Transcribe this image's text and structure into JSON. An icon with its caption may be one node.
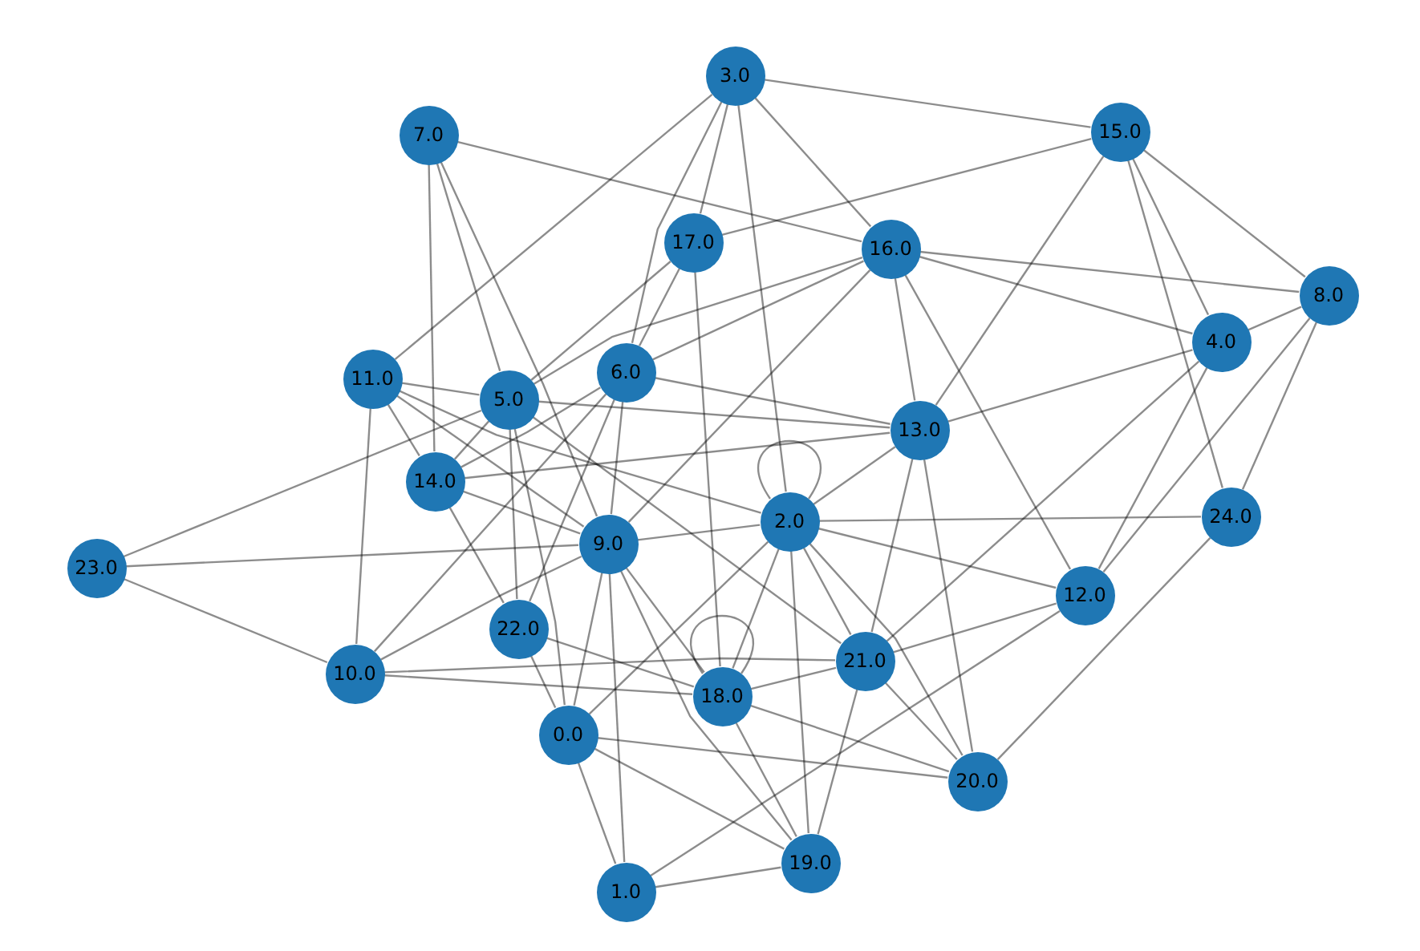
{
  "diagram": {
    "nodes": [
      {
        "text": [
          "3.0"
        ]
      },
      {
        "text": [
          "15.0"
        ]
      },
      {
        "text": [
          "7.0"
        ]
      },
      {
        "text": [
          "17.0"
        ]
      },
      {
        "text": [
          "16.0"
        ]
      },
      {
        "text": [
          "8.0"
        ]
      },
      {
        "text": [
          "4.0"
        ]
      },
      {
        "text": [
          "6.0"
        ]
      },
      {
        "text": [
          "11.0"
        ]
      },
      {
        "text": [
          "5.0"
        ]
      },
      {
        "text": [
          "13.0"
        ]
      },
      {
        "text": [
          "14.0"
        ]
      },
      {
        "text": [
          "24.0"
        ]
      },
      {
        "text": [
          "2.0"
        ]
      },
      {
        "text": [
          "9.0"
        ]
      },
      {
        "text": [
          "23.0"
        ]
      },
      {
        "text": [
          "12.0"
        ]
      },
      {
        "text": [
          "22.0"
        ]
      },
      {
        "text": [
          "21.0"
        ]
      },
      {
        "text": [
          "10.0"
        ]
      },
      {
        "text": [
          "18.0"
        ]
      },
      {
        "text": [
          "0.0"
        ]
      },
      {
        "text": [
          "20.0"
        ]
      },
      {
        "text": [
          "19.0"
        ]
      },
      {
        "text": [
          "1.0"
        ]
      }
    ],
    "edges": [
      {
        "from": 0,
        "to": 1,
        "arrow": "none"
      },
      {
        "from": 0,
        "to": 8,
        "arrow": "none"
      },
      {
        "from": 0,
        "to": 3,
        "arrow": "none"
      },
      {
        "from": 0,
        "to": 7,
        "arrow": "none"
      },
      {
        "from": 0,
        "to": 13,
        "arrow": "none"
      },
      {
        "from": 0,
        "to": 4,
        "arrow": "none"
      },
      {
        "from": 2,
        "to": 4,
        "arrow": "none"
      },
      {
        "from": 2,
        "to": 11,
        "arrow": "none"
      },
      {
        "from": 2,
        "to": 9,
        "arrow": "none"
      },
      {
        "from": 2,
        "to": 14,
        "arrow": "none"
      },
      {
        "from": 1,
        "to": 3,
        "arrow": "none"
      },
      {
        "from": 1,
        "to": 10,
        "arrow": "none"
      },
      {
        "from": 1,
        "to": 6,
        "arrow": "none"
      },
      {
        "from": 1,
        "to": 12,
        "arrow": "none"
      },
      {
        "from": 1,
        "to": 5,
        "arrow": "none"
      },
      {
        "from": 5,
        "to": 4,
        "arrow": "none"
      },
      {
        "from": 5,
        "to": 6,
        "arrow": "none"
      },
      {
        "from": 6,
        "to": 10,
        "arrow": "none"
      },
      {
        "from": 5,
        "to": 12,
        "arrow": "none"
      },
      {
        "from": 5,
        "to": 16,
        "arrow": "none"
      },
      {
        "from": 4,
        "to": 6,
        "arrow": "none"
      },
      {
        "from": 4,
        "to": 10,
        "arrow": "none"
      },
      {
        "from": 4,
        "to": 16,
        "arrow": "none"
      },
      {
        "from": 4,
        "to": 9,
        "arrow": "none"
      },
      {
        "from": 4,
        "to": 7,
        "arrow": "none"
      },
      {
        "from": 4,
        "to": 14,
        "arrow": "none"
      },
      {
        "from": 6,
        "to": 18,
        "arrow": "none"
      },
      {
        "from": 6,
        "to": 16,
        "arrow": "none"
      },
      {
        "from": 10,
        "to": 13,
        "arrow": "none"
      },
      {
        "from": 10,
        "to": 18,
        "arrow": "none"
      },
      {
        "from": 10,
        "to": 22,
        "arrow": "none"
      },
      {
        "from": 10,
        "to": 7,
        "arrow": "none"
      },
      {
        "from": 10,
        "to": 9,
        "arrow": "none"
      },
      {
        "from": 10,
        "to": 11,
        "arrow": "none"
      },
      {
        "from": 12,
        "to": 22,
        "arrow": "none"
      },
      {
        "from": 15,
        "to": 14,
        "arrow": "none"
      },
      {
        "from": 14,
        "to": 13,
        "arrow": "none"
      },
      {
        "from": 13,
        "to": 12,
        "arrow": "none"
      },
      {
        "from": 16,
        "to": 13,
        "arrow": "none"
      },
      {
        "from": 16,
        "to": 18,
        "arrow": "none"
      },
      {
        "from": 16,
        "to": 24,
        "arrow": "none"
      },
      {
        "from": 22,
        "to": 18,
        "arrow": "none"
      },
      {
        "from": 13,
        "to": 22,
        "arrow": "none"
      },
      {
        "from": 22,
        "to": 20,
        "arrow": "none"
      },
      {
        "from": 21,
        "to": 22,
        "arrow": "none"
      },
      {
        "from": 18,
        "to": 19,
        "arrow": "none"
      },
      {
        "from": 18,
        "to": 20,
        "arrow": "none"
      },
      {
        "from": 18,
        "to": 23,
        "arrow": "none"
      },
      {
        "from": 13,
        "to": 18,
        "arrow": "none"
      },
      {
        "from": 19,
        "to": 8,
        "arrow": "none"
      },
      {
        "from": 19,
        "to": 15,
        "arrow": "none"
      },
      {
        "from": 19,
        "to": 7,
        "arrow": "none"
      },
      {
        "from": 19,
        "to": 14,
        "arrow": "none"
      },
      {
        "from": 19,
        "to": 20,
        "arrow": "none"
      },
      {
        "from": 8,
        "to": 9,
        "arrow": "none"
      },
      {
        "from": 8,
        "to": 11,
        "arrow": "none"
      },
      {
        "from": 8,
        "to": 13,
        "arrow": "none"
      },
      {
        "from": 11,
        "to": 17,
        "arrow": "none"
      },
      {
        "from": 11,
        "to": 9,
        "arrow": "none"
      },
      {
        "from": 11,
        "to": 7,
        "arrow": "none"
      },
      {
        "from": 11,
        "to": 14,
        "arrow": "none"
      },
      {
        "from": 9,
        "to": 3,
        "arrow": "none"
      },
      {
        "from": 9,
        "to": 15,
        "arrow": "none"
      },
      {
        "from": 9,
        "to": 17,
        "arrow": "none"
      },
      {
        "from": 9,
        "to": 21,
        "arrow": "none"
      },
      {
        "from": 9,
        "to": 18,
        "arrow": "none"
      },
      {
        "from": 7,
        "to": 3,
        "arrow": "none"
      },
      {
        "from": 7,
        "to": 17,
        "arrow": "none"
      },
      {
        "from": 7,
        "to": 14,
        "arrow": "none"
      },
      {
        "from": 3,
        "to": 20,
        "arrow": "none"
      },
      {
        "from": 14,
        "to": 21,
        "arrow": "none"
      },
      {
        "from": 14,
        "to": 24,
        "arrow": "none"
      },
      {
        "from": 14,
        "to": 20,
        "arrow": "none"
      },
      {
        "from": 14,
        "to": 23,
        "arrow": "none"
      },
      {
        "from": 17,
        "to": 21,
        "arrow": "none"
      },
      {
        "from": 17,
        "to": 20,
        "arrow": "none"
      },
      {
        "from": 21,
        "to": 24,
        "arrow": "none"
      },
      {
        "from": 21,
        "to": 13,
        "arrow": "none"
      },
      {
        "from": 21,
        "to": 23,
        "arrow": "none"
      },
      {
        "from": 20,
        "to": 13,
        "arrow": "none"
      },
      {
        "from": 20,
        "to": 23,
        "arrow": "none"
      },
      {
        "from": 20,
        "to": 20,
        "arrow": "none"
      },
      {
        "from": 13,
        "to": 13,
        "arrow": "none"
      },
      {
        "from": 23,
        "to": 24,
        "arrow": "none"
      },
      {
        "from": 8,
        "to": 14,
        "arrow": "none"
      },
      {
        "from": 13,
        "to": 23,
        "arrow": "none"
      }
    ]
  }
}
